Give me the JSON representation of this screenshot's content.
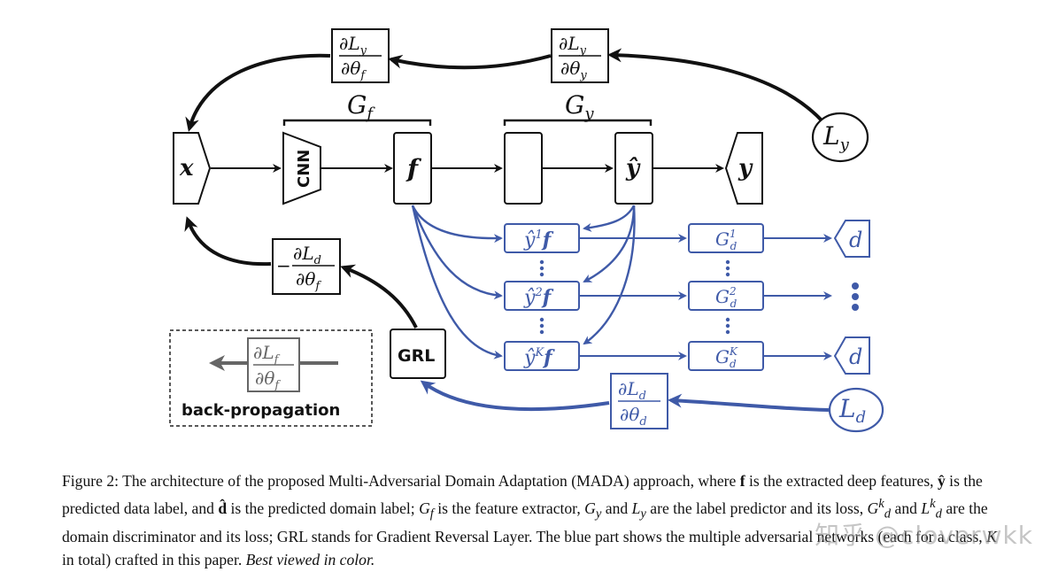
{
  "colors": {
    "black": "#111111",
    "blue": "#3f5aa8",
    "gray": "#666666"
  },
  "figure": {
    "nodes": {
      "input_x": "x",
      "cnn": "CNN",
      "feature_f": "f",
      "pred_y_hat": "ŷ",
      "label_y": "y",
      "loss_ly": "L",
      "loss_ly_sub": "y",
      "loss_ld": "L",
      "loss_ld_sub": "d",
      "grl": "GRL"
    },
    "brackets": {
      "gf": "G",
      "gf_sub": "f",
      "gy": "G",
      "gy_sub": "y"
    },
    "gradients": {
      "dly_dtf_num": "∂L",
      "dly_dtf_num_sub": "y",
      "dly_dtf_den": "∂θ",
      "dly_dtf_den_sub": "f",
      "dly_dty_num": "∂L",
      "dly_dty_num_sub": "y",
      "dly_dty_den": "∂θ",
      "dly_dty_den_sub": "y",
      "neg_dld_dtf_sign": "−",
      "neg_dld_dtf_num": "∂L",
      "neg_dld_dtf_num_sub": "d",
      "neg_dld_dtf_den": "∂θ",
      "neg_dld_dtf_den_sub": "f",
      "dld_dtd_num": "∂L",
      "dld_dtd_num_sub": "d",
      "dld_dtd_den": "∂θ",
      "dld_dtd_den_sub": "d"
    },
    "mada_rows": [
      {
        "weight": "ŷ",
        "sup": "1",
        "feat": "f",
        "disc": "G",
        "disc_sup": "1",
        "disc_sub": "d",
        "out": "d"
      },
      {
        "weight": "ŷ",
        "sup": "2",
        "feat": "f",
        "disc": "G",
        "disc_sup": "2",
        "disc_sub": "d",
        "out": ""
      },
      {
        "weight": "ŷ",
        "sup": "K",
        "feat": "f",
        "disc": "G",
        "disc_sup": "K",
        "disc_sub": "d",
        "out": "d"
      }
    ],
    "legend": {
      "num": "∂L",
      "num_sub": "f",
      "den": "∂θ",
      "den_sub": "f",
      "label": "back-propagation"
    }
  },
  "caption": {
    "p1": "Figure 2: The architecture of the proposed Multi-Adversarial Domain Adaptation (MADA) approach, where ",
    "f": "f",
    "p2": " is the extracted deep features, ",
    "yhat": "ŷ",
    "p3": " is the predicted data label, and ",
    "dhat": "d̂",
    "p4": " is the predicted domain label; ",
    "gf": "G",
    "gf_sub": "f",
    "p5": " is the feature extractor, ",
    "gy": "G",
    "gy_sub": "y",
    "p6": " and ",
    "ly": "L",
    "ly_sub": "y",
    "p7": " are the label predictor and its loss, ",
    "gdk": "G",
    "gdk_sup": "k",
    "gdk_sub": "d",
    "p8": " and ",
    "ldk": "L",
    "ldk_sup": "k",
    "ldk_sub": "d",
    "p9": " are the domain discriminator and its loss; GRL stands for Gradient Reversal Layer. The blue part shows the multiple adversarial networks (each for a class, ",
    "k": "K",
    "p10": " in total) crafted in this paper. ",
    "best": "Best viewed in color."
  },
  "watermark": "知乎 @cloverwkk"
}
